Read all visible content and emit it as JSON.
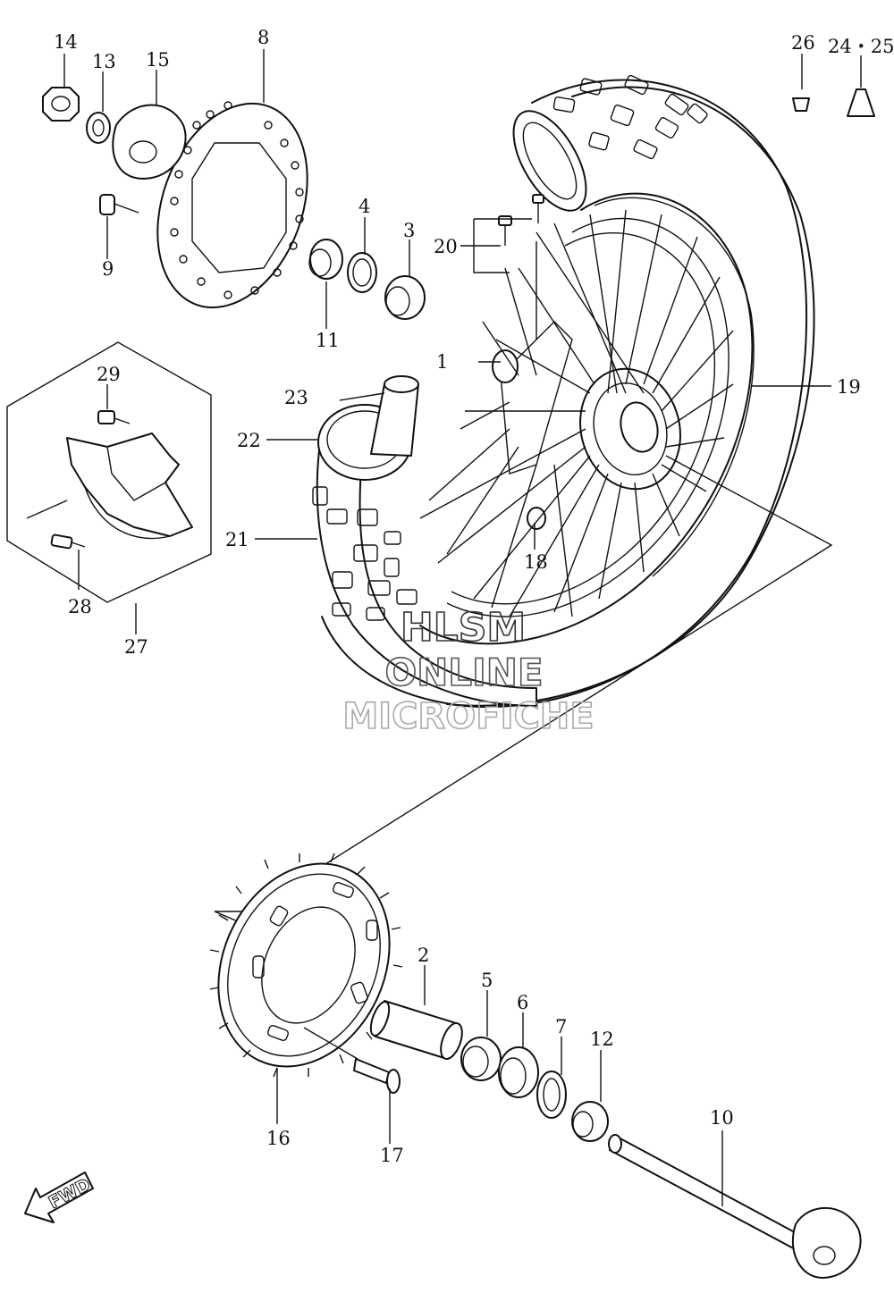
{
  "diagram": {
    "labels": {
      "p1": "1",
      "p2": "2",
      "p3": "3",
      "p4": "4",
      "p5": "5",
      "p6": "6",
      "p7": "7",
      "p8": "8",
      "p9": "9",
      "p10": "10",
      "p11": "11",
      "p12": "12",
      "p13": "13",
      "p14": "14",
      "p15": "15",
      "p16": "16",
      "p17": "17",
      "p18": "18",
      "p19": "19",
      "p20": "20",
      "p21": "21",
      "p22": "22",
      "p23": "23",
      "p24_25": "24・25",
      "p26": "26",
      "p27": "27",
      "p28": "28",
      "p29": "29"
    },
    "watermark": {
      "line1": "HLSM",
      "line2": "ONLINE",
      "line3": "MICROFICHE"
    },
    "fwd_label": "FWD"
  }
}
